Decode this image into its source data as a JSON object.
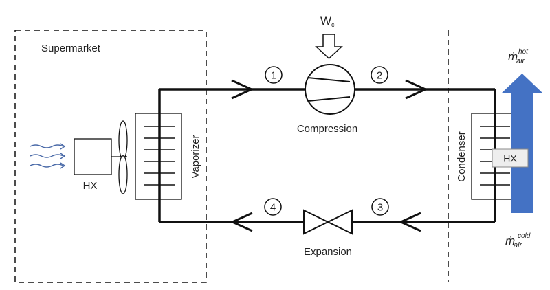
{
  "labels": {
    "region": "Supermarket",
    "work_symbol": "W",
    "work_subscript": "c",
    "compression": "Compression",
    "expansion": "Expansion",
    "vaporizer": "Vaporizer",
    "condenser": "Condenser",
    "hx_left": "HX",
    "hx_right": "HX",
    "m_symbol": "ṁ",
    "m_hot_base": "air",
    "m_hot_sup": "hot",
    "m_cold_base": "air",
    "m_cold_sup": "cold"
  },
  "states": [
    "1",
    "2",
    "3",
    "4"
  ],
  "colors": {
    "line": "#111111",
    "air_arrow": "#4472c4",
    "air_flow_lines": "#4a6aa8",
    "hx_box_fill": "#eeeeee"
  },
  "icons": {
    "compressor": "compressor-icon",
    "valve": "expansion-valve-icon",
    "fan": "fan-icon",
    "work_arrow": "down-arrow-icon"
  }
}
